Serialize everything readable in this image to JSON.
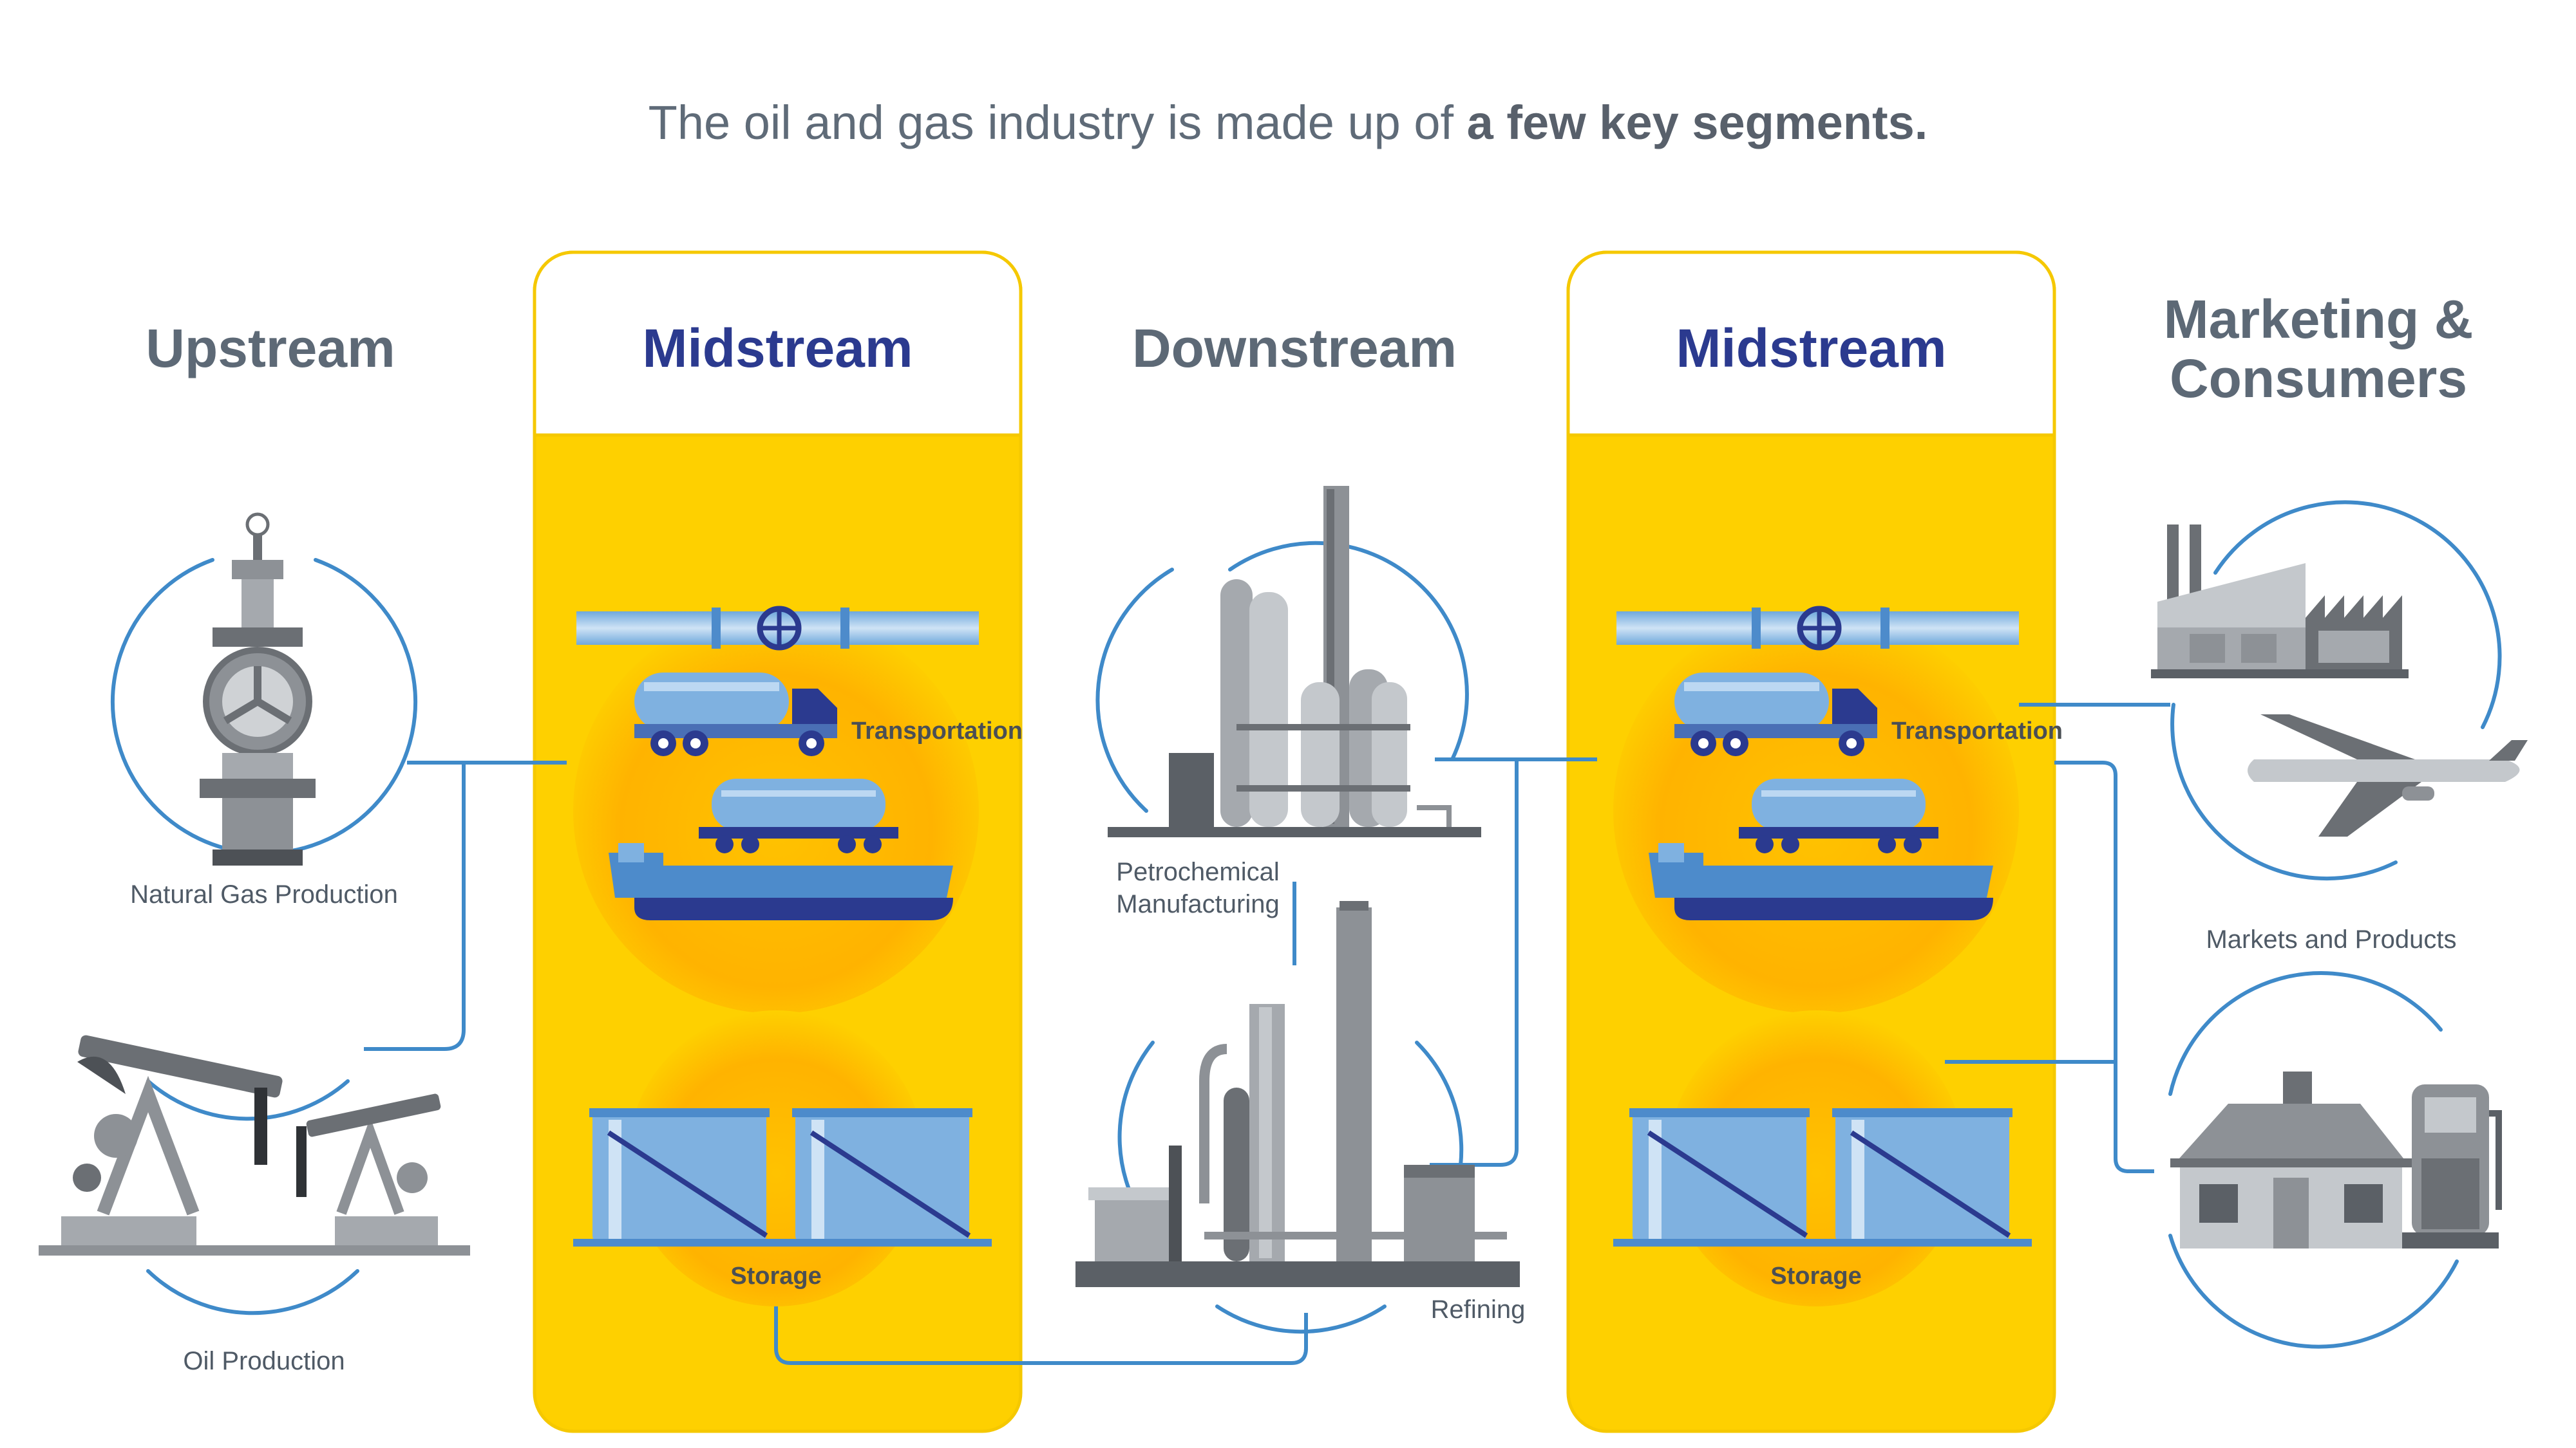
{
  "title": {
    "prefix": "The oil and gas industry is made up of",
    "emphasis": "a few key segments."
  },
  "segments": {
    "upstream": "Upstream",
    "midstream_1": "Midstream",
    "downstream": "Downstream",
    "midstream_2": "Midstream",
    "marketing_line1": "Marketing &",
    "marketing_line2": "Consumers"
  },
  "captions": {
    "natural_gas": "Natural Gas Production",
    "oil": "Oil Production",
    "petrochemical_line1": "Petrochemical",
    "petrochemical_line2": "Manufacturing",
    "refining": "Refining",
    "markets": "Markets and Products"
  },
  "midstream_labels": {
    "transportation": "Transportation",
    "storage": "Storage"
  },
  "colors": {
    "panel_yellow": "#fed000",
    "panel_border": "#f5c800",
    "connector_blue": "#3f8ac9",
    "navy": "#2b3a8f",
    "grey_text": "#5d6976"
  }
}
